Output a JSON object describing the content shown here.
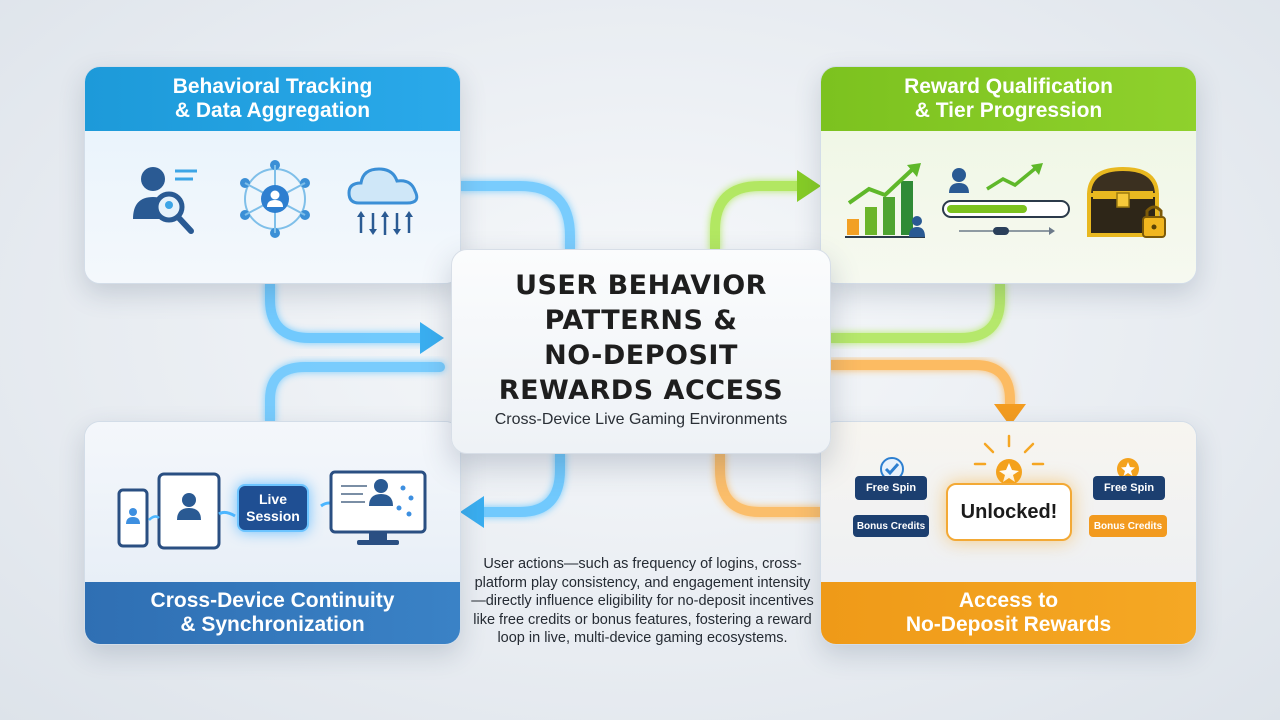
{
  "center": {
    "title": "USER BEHAVIOR\nPATTERNS &\nNO-DEPOSIT\nREWARDS ACCESS",
    "subtitle": "Cross-Device Live Gaming Environments"
  },
  "cards": {
    "tracking": {
      "title": "Behavioral Tracking\n& Data Aggregation"
    },
    "qualification": {
      "title": "Reward Qualification\n& Tier Progression"
    },
    "continuity": {
      "title": "Cross-Device Continuity\n& Synchronization",
      "badge": "Live\nSession"
    },
    "access": {
      "title": "Access to\nNo-Deposit Rewards",
      "free_spin": "Free Spin",
      "bonus_credits": "Bonus Credits",
      "unlocked": "Unlocked!"
    }
  },
  "summary": "User actions—such as frequency of logins, cross-platform play consistency, and engagement intensity—directly influence eligibility for no-deposit incentives like free credits or bonus features, fostering a reward loop in live, multi-device gaming ecosystems.",
  "colors": {
    "blue": "#1d9ad9",
    "green": "#7cc21f",
    "navy": "#2f6fb3",
    "orange": "#ef9a18"
  },
  "icons": [
    "user-search-icon",
    "network-icon",
    "cloud-sync-icon",
    "growth-chart-icon",
    "progress-bar-icon",
    "treasure-chest-icon",
    "devices-icon",
    "monitor-icon",
    "checkmark-icon",
    "star-burst-icon"
  ]
}
